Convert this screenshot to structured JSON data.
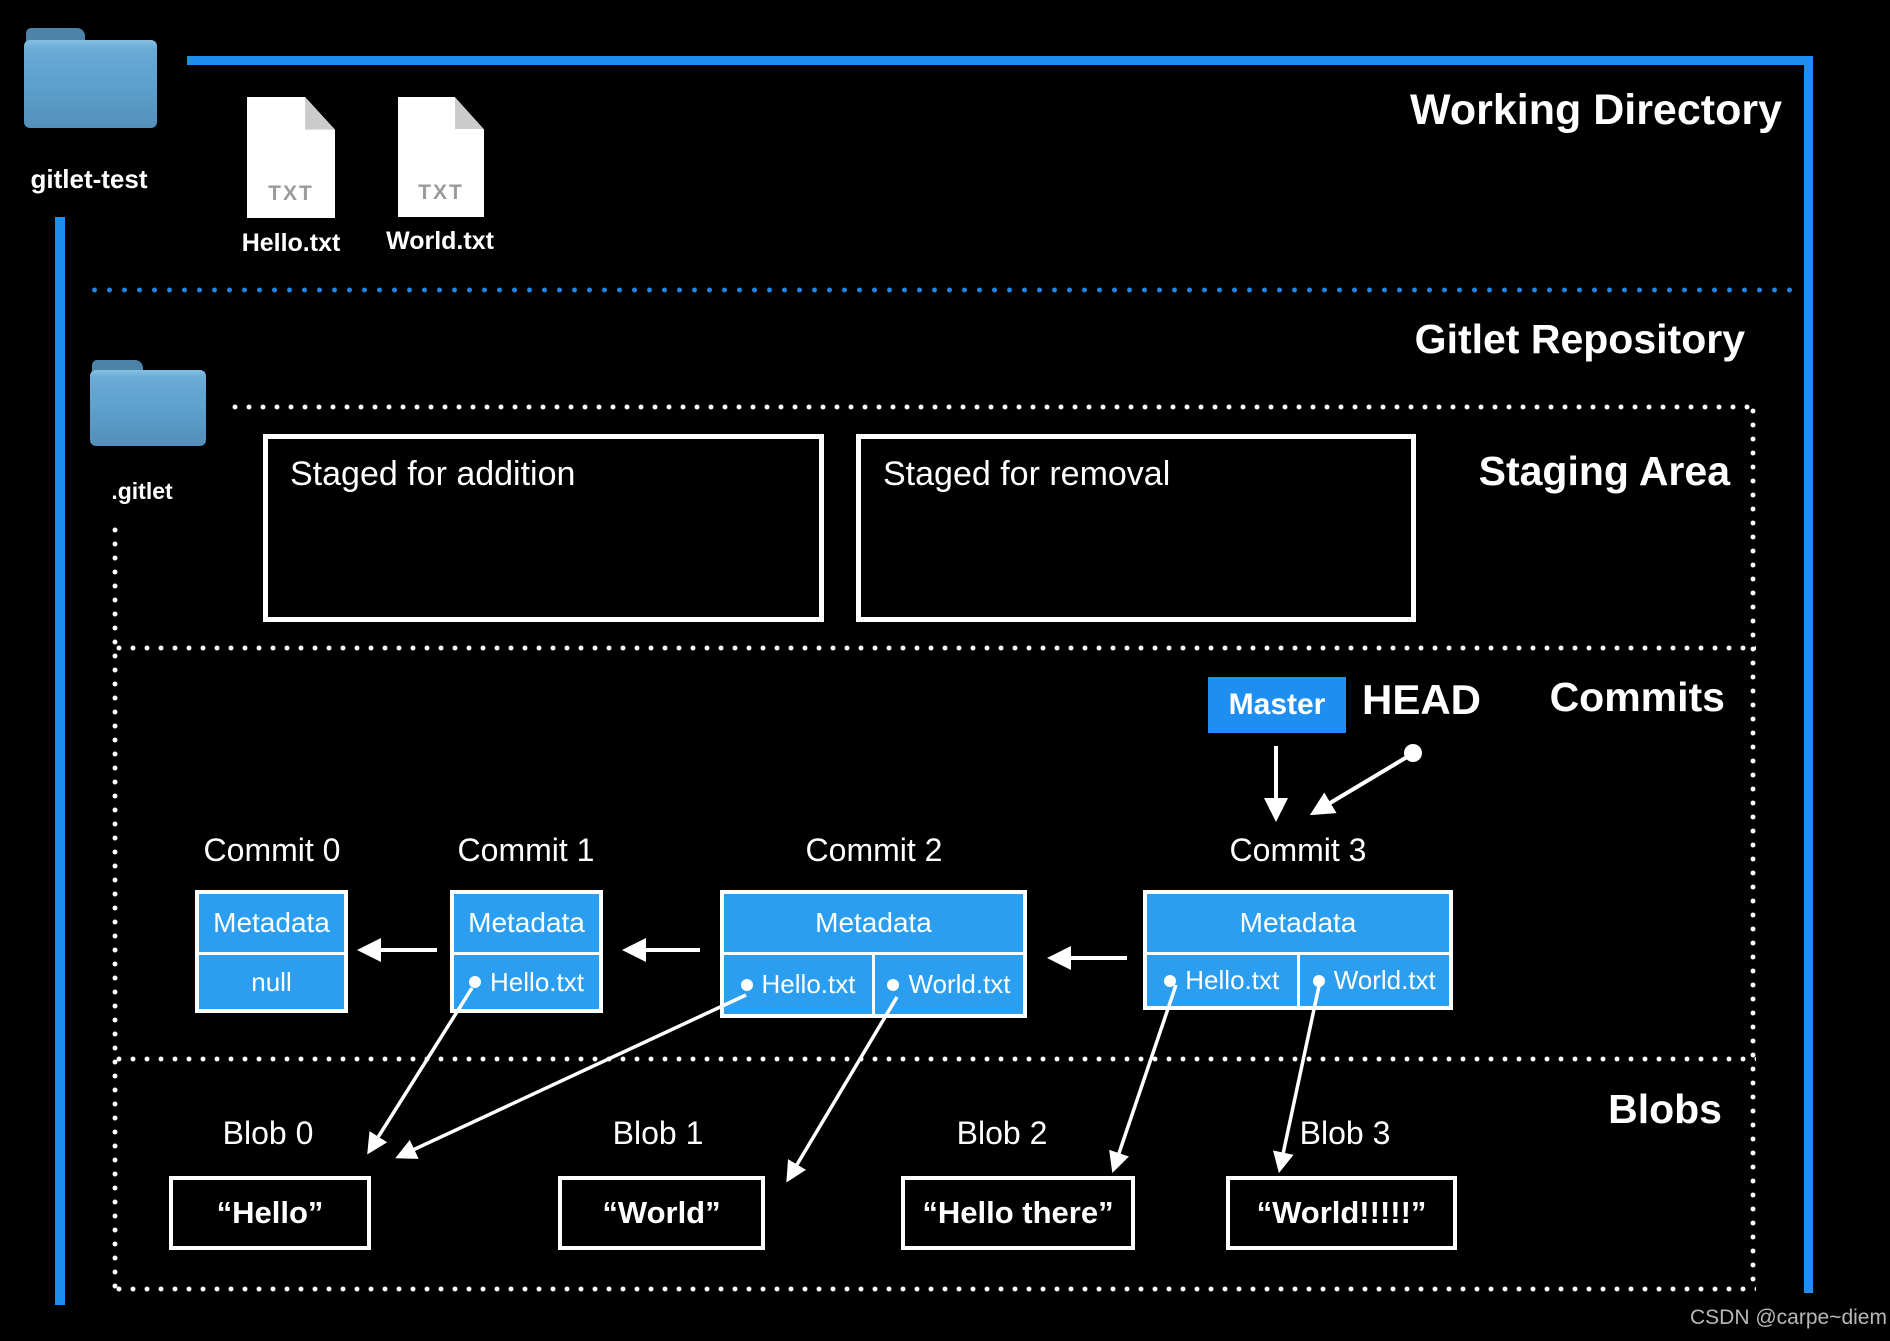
{
  "colors": {
    "accent_blue": "#1e8ff0",
    "commit_box_blue": "#2b9ef0",
    "background": "#000000",
    "line_white": "#ffffff"
  },
  "working_directory": {
    "title": "Working Directory",
    "folder": {
      "name": "gitlet-test"
    },
    "files": [
      {
        "name": "Hello.txt",
        "type_label": "TXT"
      },
      {
        "name": "World.txt",
        "type_label": "TXT"
      }
    ]
  },
  "repository": {
    "title": "Gitlet Repository",
    "folder": {
      "name": ".gitlet"
    },
    "staging": {
      "title": "Staging Area",
      "boxes": [
        {
          "label": "Staged for addition"
        },
        {
          "label": "Staged for removal"
        }
      ]
    },
    "commits": {
      "title": "Commits",
      "branch_badge": "Master",
      "head_label": "HEAD",
      "items": [
        {
          "title": "Commit 0",
          "metadata_label": "Metadata",
          "files": [
            {
              "label": "null"
            }
          ]
        },
        {
          "title": "Commit 1",
          "metadata_label": "Metadata",
          "files": [
            {
              "label": "Hello.txt"
            }
          ]
        },
        {
          "title": "Commit 2",
          "metadata_label": "Metadata",
          "files": [
            {
              "label": "Hello.txt"
            },
            {
              "label": "World.txt"
            }
          ]
        },
        {
          "title": "Commit 3",
          "metadata_label": "Metadata",
          "files": [
            {
              "label": "Hello.txt"
            },
            {
              "label": "World.txt"
            }
          ]
        }
      ]
    },
    "blobs": {
      "title": "Blobs",
      "items": [
        {
          "title": "Blob 0",
          "content": "“Hello”"
        },
        {
          "title": "Blob 1",
          "content": "“World”"
        },
        {
          "title": "Blob 2",
          "content": "“Hello there”"
        },
        {
          "title": "Blob 3",
          "content": "“World!!!!!”"
        }
      ]
    }
  },
  "watermark": "CSDN @carpe~diem"
}
